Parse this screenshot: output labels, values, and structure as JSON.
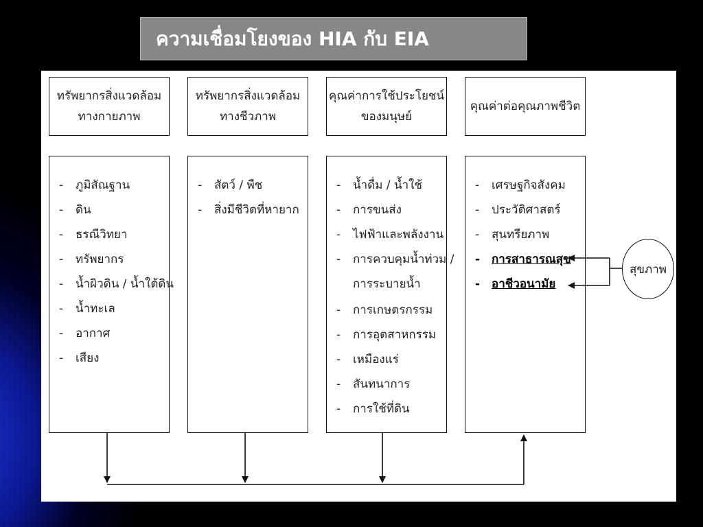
{
  "slide": {
    "title": "ความเชื่อมโยงของ HIA กับ EIA"
  },
  "columns": [
    {
      "header_lines": [
        "ทรัพยากรสิ่งแวดล้อม",
        "ทางกายภาพ"
      ],
      "items": [
        "ภูมิสัณฐาน",
        "ดิน",
        "ธรณีวิทยา",
        "ทรัพยากร",
        "น้ำผิวดิน / น้ำใต้ดิน",
        "น้ำทะเล",
        "อากาศ",
        "เสียง"
      ]
    },
    {
      "header_lines": [
        "ทรัพยากรสิ่งแวดล้อม",
        "ทางชีวภาพ"
      ],
      "items": [
        "สัตว์ / พืช",
        "สิ่งมีชีวิตที่หายาก"
      ]
    },
    {
      "header_lines": [
        "คุณค่าการใช้ประโยชน์",
        "ของมนุษย์"
      ],
      "items": [
        "น้ำดื่ม / น้ำใช้",
        "การขนส่ง",
        "ไฟฟ้าและพลังงาน",
        "การควบคุมน้ำท่วม /",
        "การระบายน้ำ",
        "การเกษตรกรรม",
        "การอุตสาหกรรม",
        "เหมืองแร่",
        "สันทนาการ",
        "การใช้ที่ดิน"
      ]
    },
    {
      "header_lines": [
        "คุณค่าต่อคุณภาพชีวิต"
      ],
      "items": [
        "เศรษฐกิจสังคม",
        "ประวัติศาสตร์",
        "สุนทรียภาพ",
        "การสาธารณสุข",
        "อาชีวอนามัย"
      ]
    }
  ],
  "dash": "-",
  "health": {
    "label": "สุขภาพ"
  },
  "colors": {
    "background": "#000000",
    "title_box": "#878787",
    "panel": "#ffffff",
    "accent_blue": "#1a2fd0"
  }
}
